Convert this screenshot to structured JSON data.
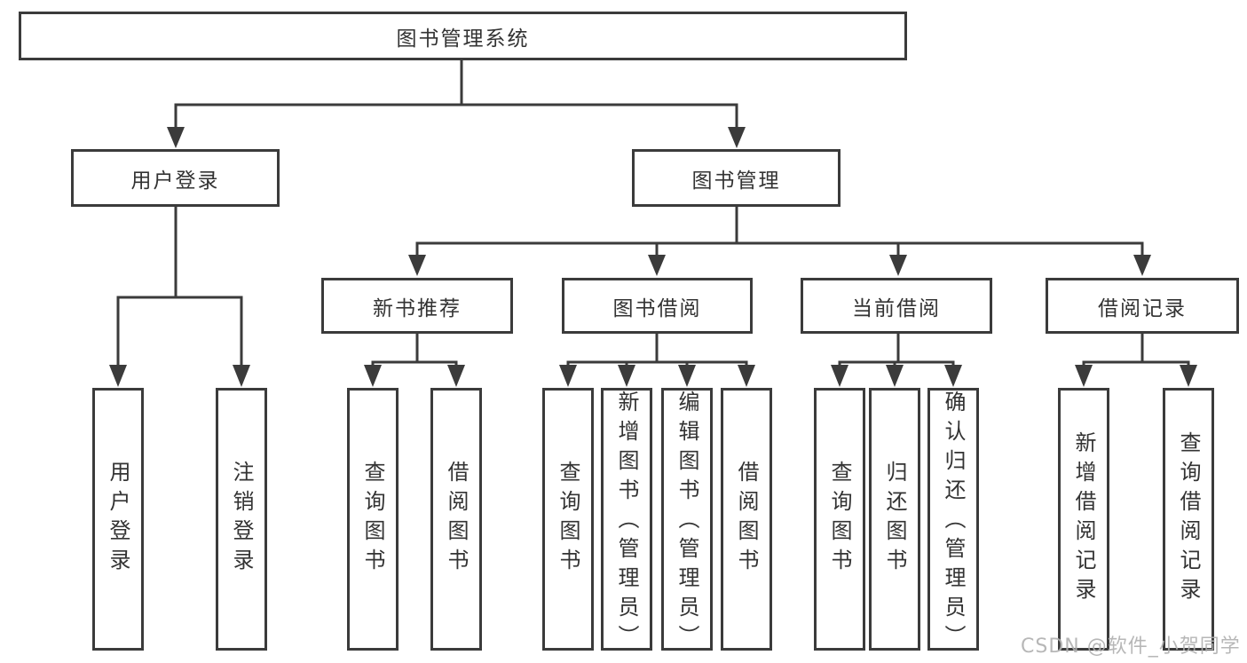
{
  "diagram": {
    "root": {
      "label": "图书管理系统"
    },
    "branches": [
      {
        "label": "用户登录",
        "children": [
          {
            "label": "用户登录"
          },
          {
            "label": "注销登录"
          }
        ]
      },
      {
        "label": "图书管理",
        "children": [
          {
            "label": "新书推荐",
            "children": [
              {
                "label": "查询图书"
              },
              {
                "label": "借阅图书"
              }
            ]
          },
          {
            "label": "图书借阅",
            "children": [
              {
                "label": "查询图书"
              },
              {
                "label": "新增图书（管理员）"
              },
              {
                "label": "编辑图书（管理员）"
              },
              {
                "label": "借阅图书"
              }
            ]
          },
          {
            "label": "当前借阅",
            "children": [
              {
                "label": "查询图书"
              },
              {
                "label": "归还图书"
              },
              {
                "label": "确认归还（管理员）"
              }
            ]
          },
          {
            "label": "借阅记录",
            "children": [
              {
                "label": "新增借阅记录"
              },
              {
                "label": "查询借阅记录"
              }
            ]
          }
        ]
      }
    ]
  },
  "watermark": {
    "text": "CSDN @软件_小贺同学"
  },
  "colors": {
    "line": "#3b3b3b",
    "text": "#333333",
    "watermark": "#b0b0b0",
    "background": "#ffffff"
  }
}
